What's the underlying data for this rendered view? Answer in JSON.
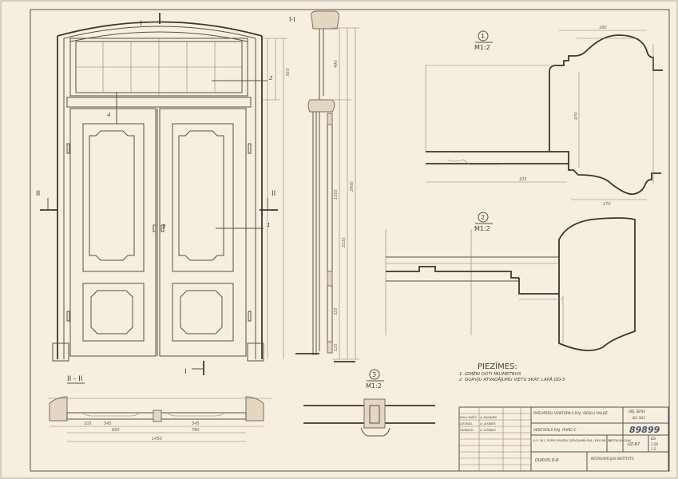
{
  "section_markers": {
    "I": "I",
    "II": "II"
  },
  "views": {
    "section_1_1": "I-I",
    "section_2_2": "II - II",
    "detail_1": {
      "number": "1",
      "scale": "M1:2"
    },
    "detail_2": {
      "number": "2",
      "scale": "M1:2"
    },
    "detail_3": {
      "number": "3",
      "scale": "M1:2"
    }
  },
  "callouts": {
    "c1": "1",
    "c2": "2",
    "c3": "3",
    "c4": "4"
  },
  "dimensions": {
    "total_height": "2900",
    "door_height": "2225",
    "transom": "610",
    "transom_glass": "490",
    "panel": "1105",
    "lower_panel": "325",
    "bottom": "125",
    "total_width": "1450",
    "leaf_left": "650",
    "leaf_right": "780",
    "panel_width": "545",
    "stile": "105",
    "d1_top": "180",
    "d1_height": "470",
    "d1_bottom": "170",
    "d1_base": "105"
  },
  "notes": {
    "title": "PIEZĪMES:",
    "items": [
      "1. IZMĒRI DOTI MILIMETROS",
      "2. DURVJU ATVADĀJUMU VIETU SKAT. LAPĀ DD-5"
    ]
  },
  "title_block": {
    "left_rows": [
      [
        "DALU VADĪT.",
        "A. NAGAINIS"
      ],
      [
        "IZSTRĀD.",
        "A. LEŠINIKS"
      ],
      [
        "PĀRBAUD.",
        "A. LEŠINIKS"
      ]
    ],
    "project": "PAŠVĀRDU VENTSPILS RAJ. SKOLU VALDE",
    "object_no_label": "OBJ. ŠIFRS",
    "object_no": "83-301",
    "building": "VENTSPILS RAJ. PUPEI C",
    "drawing_no": "89899",
    "description": "A.P. 301. POPES MUIŽAS DZĪVOJAMĀ ĒKA / ĒKA NR. 21",
    "stage": "RESTAURĀCIJAS",
    "sheet_code": "UZ-87",
    "scale": "1:20",
    "sheet": "DD",
    "sheet_no": "1-2",
    "drawing_title": "DURVIS D-8",
    "organization": "RESTAURĀCIJAS INSTITŪTS"
  }
}
